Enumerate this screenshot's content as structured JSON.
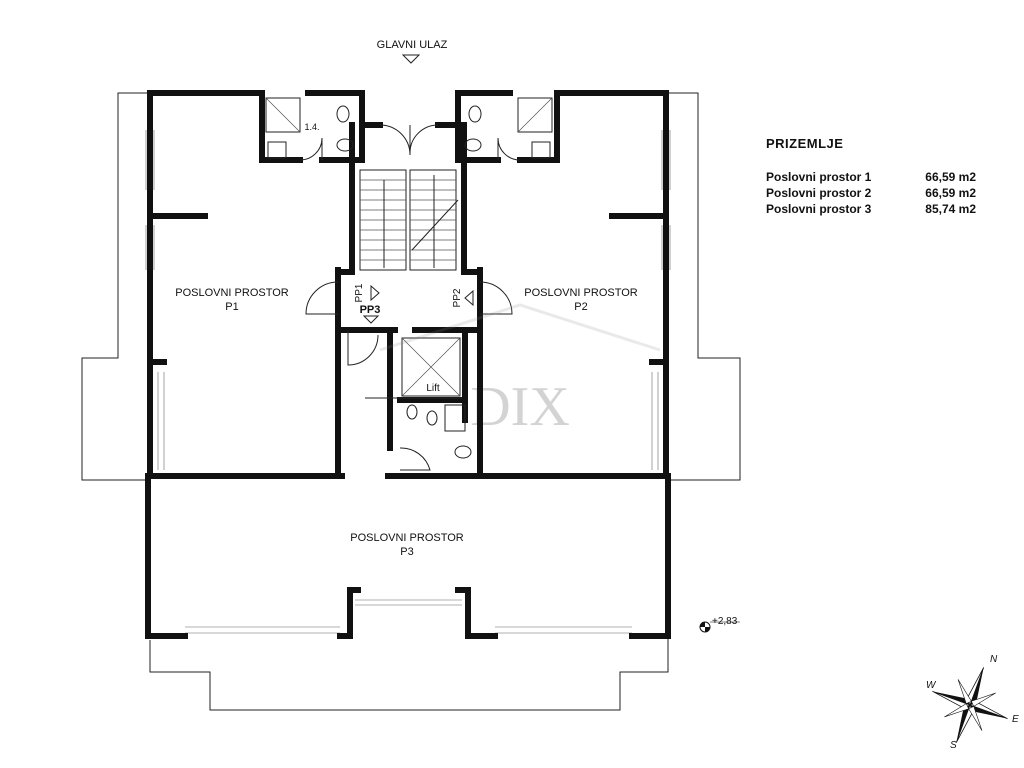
{
  "entrance": {
    "label": "GLAVNI ULAZ"
  },
  "rooms": {
    "p1": {
      "line1": "POSLOVNI PROSTOR",
      "line2": "P1"
    },
    "p2": {
      "line1": "POSLOVNI PROSTOR",
      "line2": "P2"
    },
    "p3": {
      "line1": "POSLOVNI PROSTOR",
      "line2": "P3"
    }
  },
  "tags": {
    "pp1": "PP1",
    "pp2": "PP2",
    "pp3": "PP3",
    "lift": "Lift",
    "room_num": "1.4."
  },
  "elevation": {
    "label": "+2,83"
  },
  "legend": {
    "title": "PRIZEMLJE",
    "rows": [
      {
        "name": "Poslovni prostor 1",
        "area": "66,59 m2"
      },
      {
        "name": "Poslovni prostor 2",
        "area": "66,59 m2"
      },
      {
        "name": "Poslovni prostor 3",
        "area": "85,74 m2"
      }
    ]
  },
  "compass": {
    "n": "N",
    "e": "E",
    "s": "S",
    "w": "W"
  },
  "watermark": {
    "text": "DIX"
  }
}
